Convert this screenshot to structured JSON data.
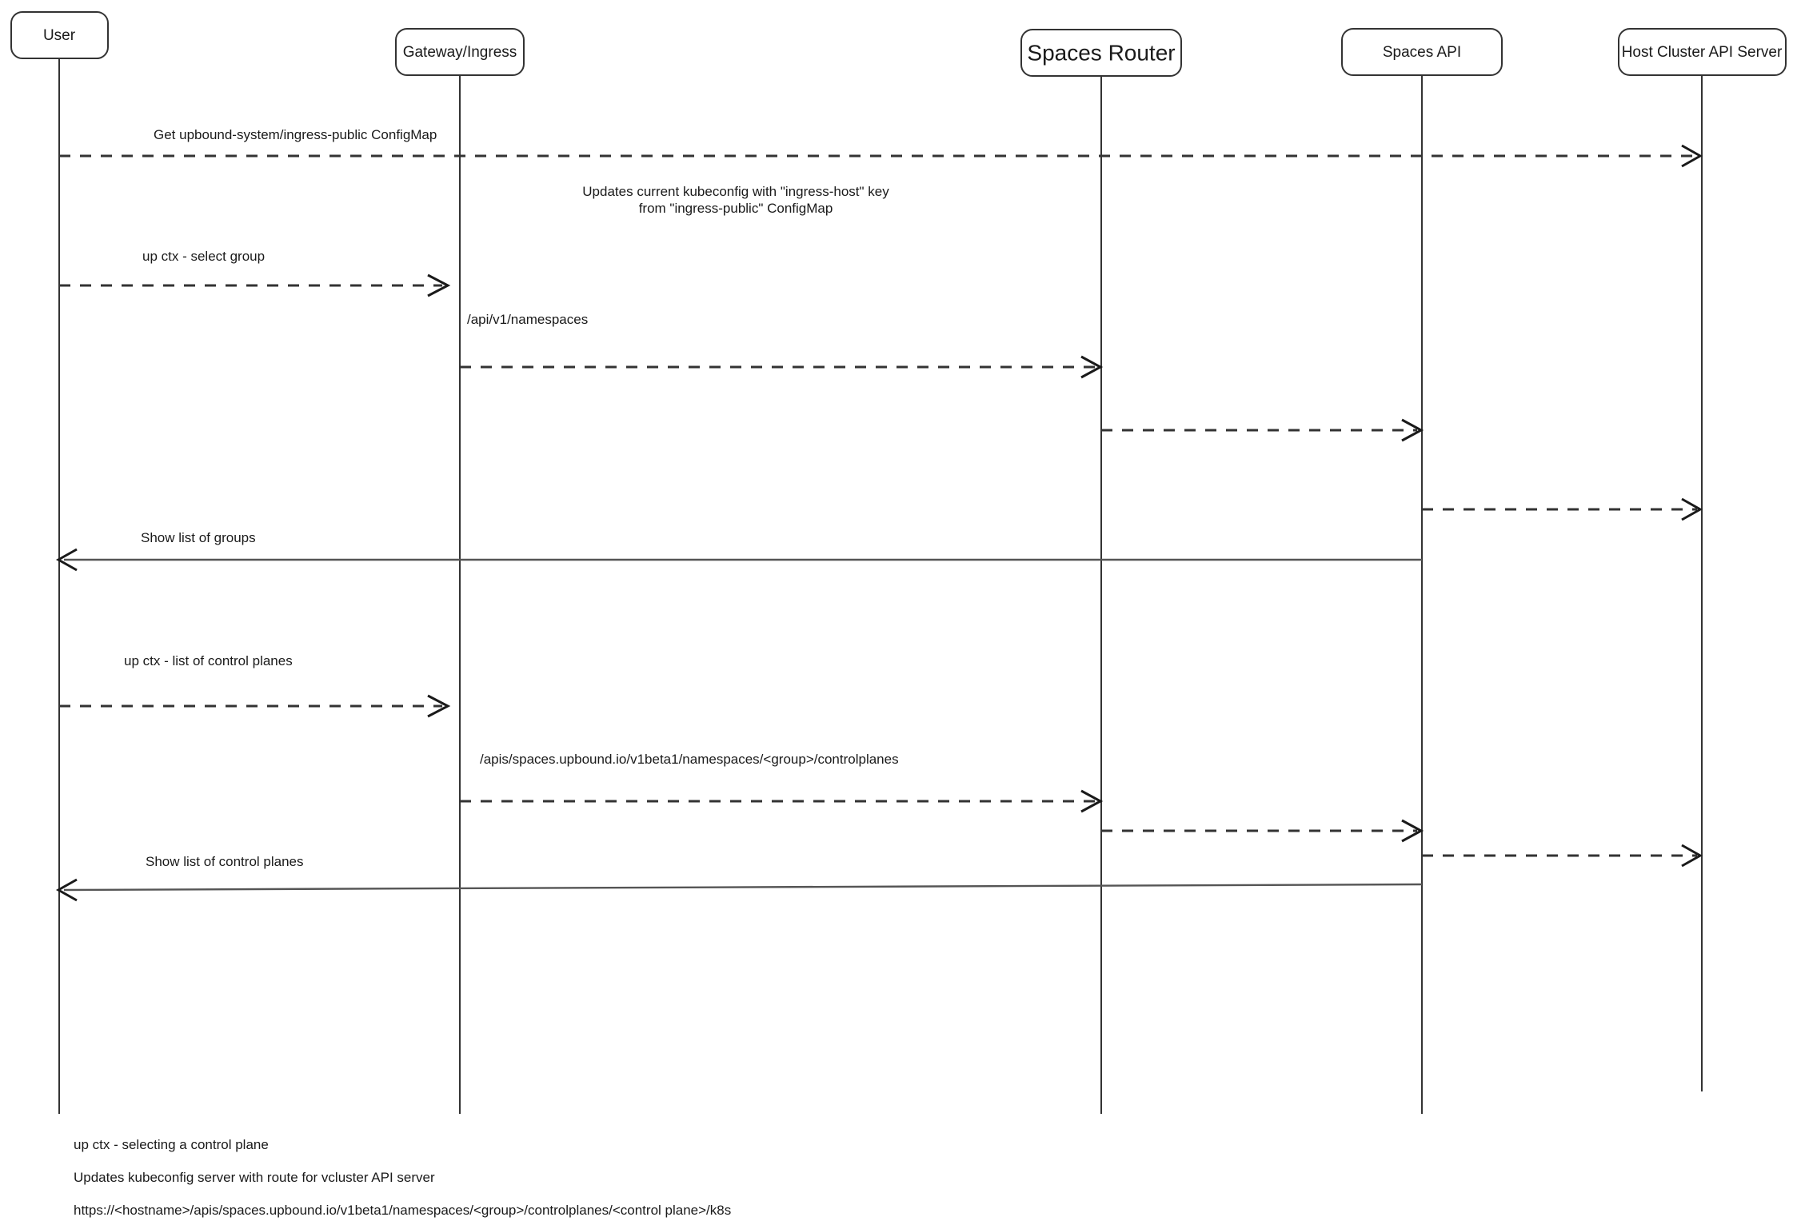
{
  "diagram": {
    "title": "Upbound Spaces up ctx sequence diagram",
    "type": "sequence-diagram",
    "background_color": "#ffffff",
    "line_color": "#333333",
    "text_color": "#1a1a1a"
  },
  "participants": [
    {
      "id": "user",
      "label": "User",
      "font_size": 19
    },
    {
      "id": "gateway",
      "label": "Gateway/Ingress",
      "font_size": 19
    },
    {
      "id": "router",
      "label": "Spaces Router",
      "font_size": 28
    },
    {
      "id": "spaces_api",
      "label": "Spaces API",
      "font_size": 19
    },
    {
      "id": "host_api",
      "label": "Host Cluster API Server",
      "font_size": 19
    }
  ],
  "messages": [
    {
      "id": "m1",
      "label": "Get upbound-system/ingress-public ConfigMap",
      "from": "user",
      "to": "host_api",
      "style": "dashed",
      "arrow": "open",
      "direction": "right"
    },
    {
      "id": "m2",
      "label": "up ctx - select group",
      "from": "user",
      "to": "gateway",
      "style": "dashed",
      "arrow": "open",
      "direction": "right"
    },
    {
      "id": "m3",
      "label": "/api/v1/namespaces",
      "from": "gateway",
      "to": "router",
      "style": "dashed",
      "arrow": "open",
      "direction": "right"
    },
    {
      "id": "m4",
      "label": "",
      "from": "router",
      "to": "spaces_api",
      "style": "dashed",
      "arrow": "open",
      "direction": "right"
    },
    {
      "id": "m5",
      "label": "",
      "from": "spaces_api",
      "to": "host_api",
      "style": "dashed",
      "arrow": "open",
      "direction": "right"
    },
    {
      "id": "m6",
      "label": "Show list of groups",
      "from": "spaces_api",
      "to": "user",
      "style": "solid",
      "arrow": "open",
      "direction": "left"
    },
    {
      "id": "m7",
      "label": "up ctx - list of control planes",
      "from": "user",
      "to": "gateway",
      "style": "dashed",
      "arrow": "open",
      "direction": "right"
    },
    {
      "id": "m8",
      "label": "/apis/spaces.upbound.io/v1beta1/namespaces/<group>/controlplanes",
      "from": "gateway",
      "to": "router",
      "style": "dashed",
      "arrow": "open",
      "direction": "right"
    },
    {
      "id": "m9",
      "label": "",
      "from": "router",
      "to": "spaces_api",
      "style": "dashed",
      "arrow": "open",
      "direction": "right"
    },
    {
      "id": "m10",
      "label": "",
      "from": "spaces_api",
      "to": "host_api",
      "style": "dashed",
      "arrow": "open",
      "direction": "right"
    },
    {
      "id": "m11",
      "label": "Show list of control planes",
      "from": "spaces_api",
      "to": "user",
      "style": "solid",
      "arrow": "open",
      "direction": "left"
    }
  ],
  "notes": [
    {
      "id": "note1",
      "lines": [
        "Updates current kubeconfig with \"ingress-host\" key",
        "from \"ingress-public\" ConfigMap"
      ]
    }
  ],
  "footer_notes": [
    {
      "id": "footer1",
      "text": "up ctx - selecting a control plane"
    },
    {
      "id": "footer2",
      "text": "Updates kubeconfig server with route for vcluster API server"
    },
    {
      "id": "footer3",
      "text": "https://<hostname>/apis/spaces.upbound.io/v1beta1/namespaces/<group>/controlplanes/<control plane>/k8s"
    }
  ]
}
